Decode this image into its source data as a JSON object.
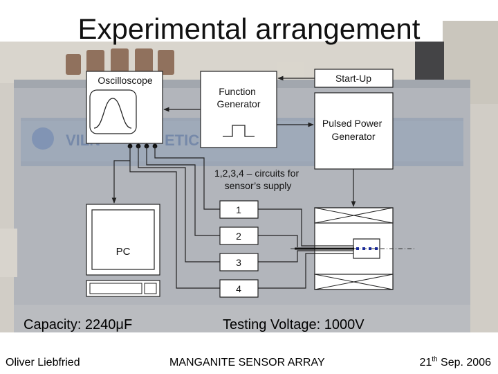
{
  "title": "Experimental arrangement",
  "diagram": {
    "oscilloscope_label": "Oscilloscope",
    "function_generator_label": [
      "Function",
      "Generator"
    ],
    "startup_label": "Start-Up",
    "pulsed_power_label": [
      "Pulsed Power",
      "Generator"
    ],
    "circuits_note": [
      "1,2,3,4 – circuits for",
      "sensor’s supply"
    ],
    "pc_label": "PC",
    "circuit_labels": [
      "1",
      "2",
      "3",
      "4"
    ]
  },
  "capacity_text": "Capacity: 2240μF",
  "voltage_text": "Testing Voltage: 1000V",
  "footer": {
    "author": "Oliver Liebfried",
    "project": "MANGANITE SENSOR ARRAY",
    "date_day": "21",
    "date_suffix": "th",
    "date_rest": " Sep. 2006"
  },
  "colors": {
    "photo_wall": "#c9c4bc",
    "cabinet": "#a6aab0",
    "banner": "#8d98a8",
    "sensor_dots": "#1a2a9a"
  }
}
